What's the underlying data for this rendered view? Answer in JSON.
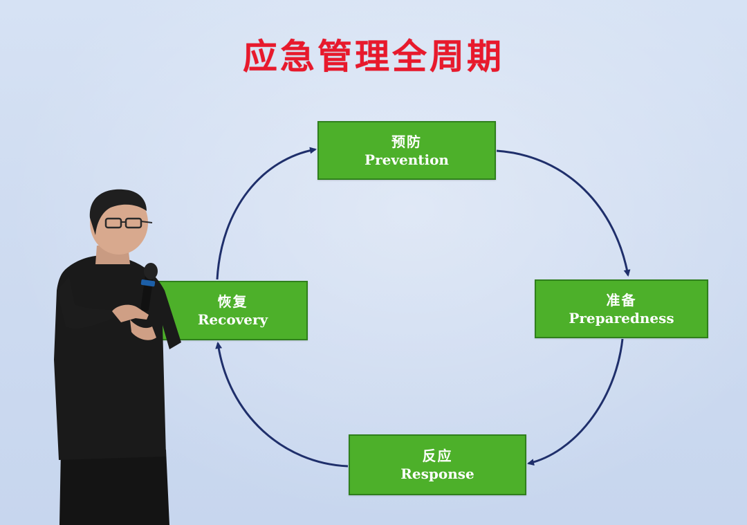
{
  "slide": {
    "title": "应急管理全周期"
  },
  "cycle": {
    "stages": [
      {
        "id": "prevention",
        "label_cn": "预防",
        "label_en": "Prevention"
      },
      {
        "id": "preparedness",
        "label_cn": "准备",
        "label_en": "Preparedness"
      },
      {
        "id": "response",
        "label_cn": "反应",
        "label_en": "Response"
      },
      {
        "id": "recovery",
        "label_cn": "恢复",
        "label_en": "Recovery"
      }
    ]
  },
  "colors": {
    "title": "#e8192c",
    "box_fill": "#4db02a",
    "arrow": "#1f2f6b",
    "background": "#d0ddf2"
  },
  "icons": {
    "presenter": "person-speaking-with-microphone"
  }
}
